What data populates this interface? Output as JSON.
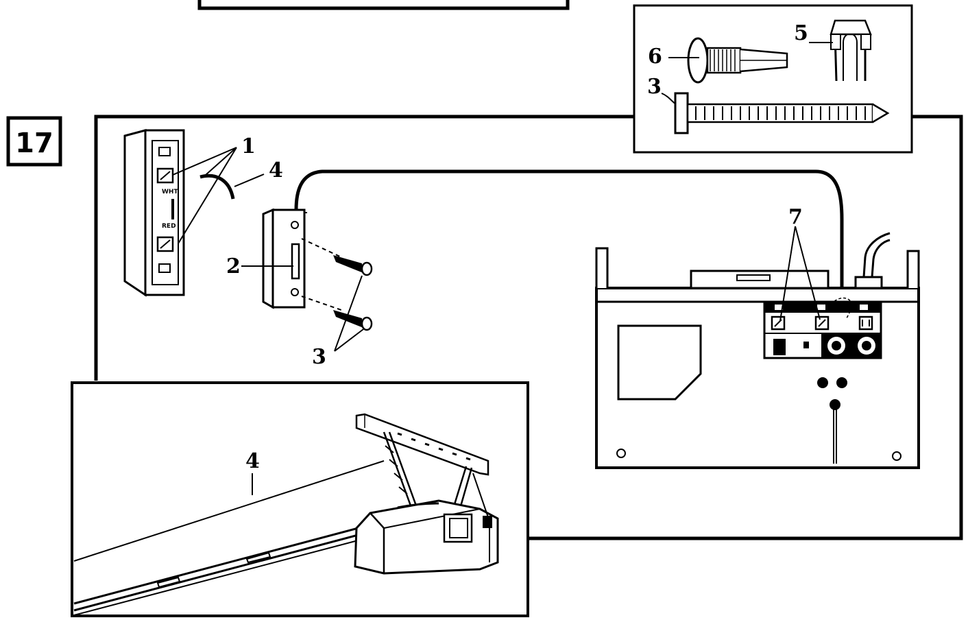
{
  "step_number": "17",
  "callouts": {
    "terminal_screws": "1",
    "push_button": "2",
    "screws": "3",
    "bell_wire": "4",
    "staple": "5",
    "anchor": "6",
    "opener_terminals": "7"
  },
  "wire_color_labels": {
    "white": "WHT",
    "red": "RED"
  }
}
